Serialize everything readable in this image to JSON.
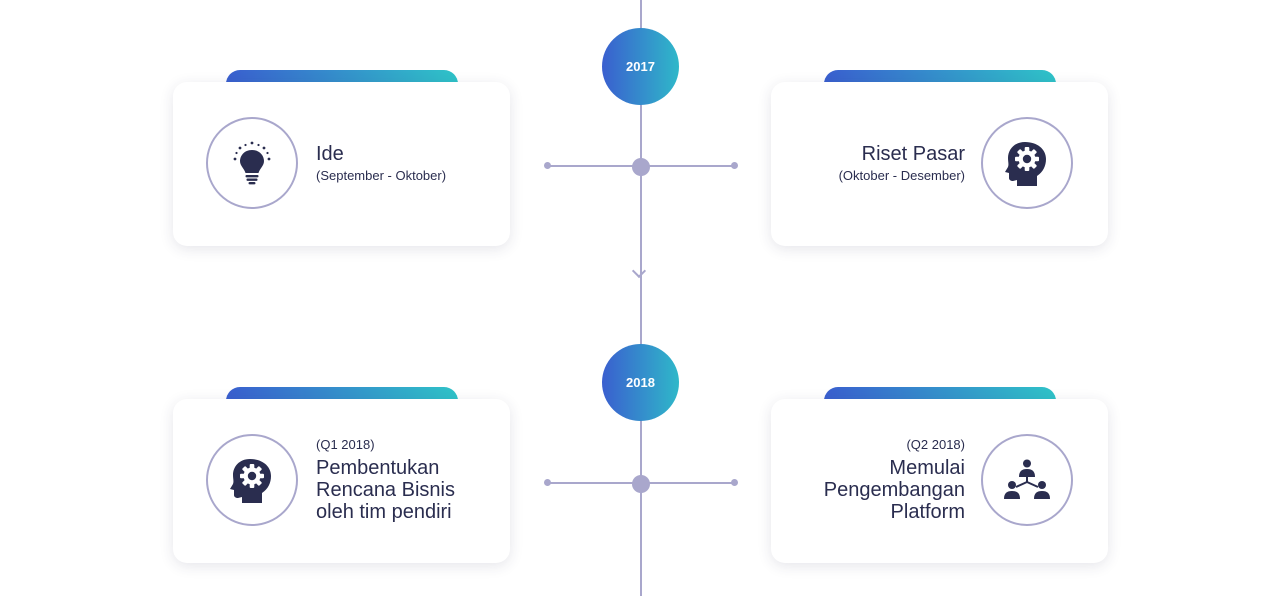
{
  "timeline": {
    "years": [
      {
        "label": "2017"
      },
      {
        "label": "2018"
      }
    ],
    "cards": [
      {
        "title": "Ide",
        "subtitle": "(September - Oktober)",
        "icon": "lightbulb-icon"
      },
      {
        "title": "Riset Pasar",
        "subtitle": "(Oktober - Desember)",
        "icon": "head-gear-icon"
      },
      {
        "period": "(Q1 2018)",
        "title_lines": [
          "Pembentukan",
          "Rencana Bisnis",
          "oleh tim pendiri"
        ],
        "icon": "head-gear-icon"
      },
      {
        "period": "(Q2 2018)",
        "title_lines": [
          "Memulai",
          "Pengembangan",
          "Platform"
        ],
        "icon": "team-hierarchy-icon"
      }
    ]
  },
  "colors": {
    "gradient_start": "#3a5fcf",
    "gradient_end": "#2fc3c8",
    "line": "#a9a7cc",
    "text": "#2a2d4f"
  }
}
